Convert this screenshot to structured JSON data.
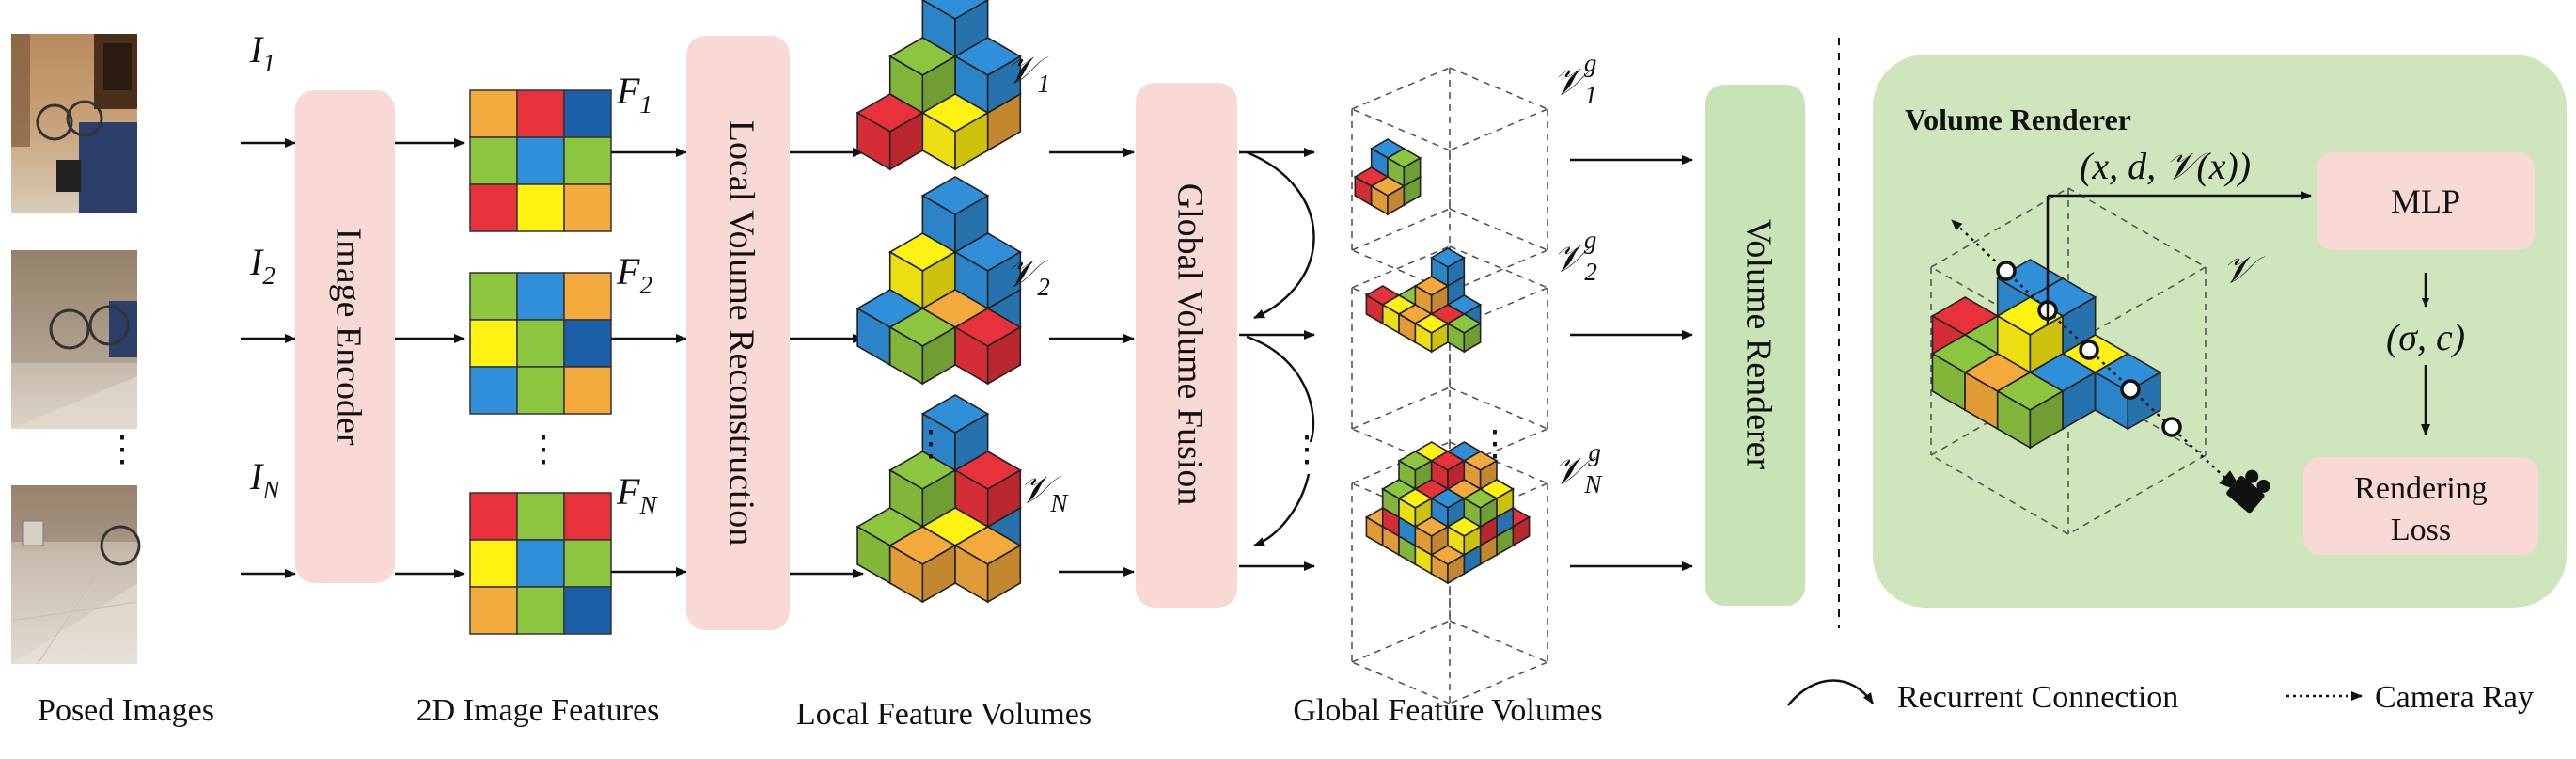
{
  "colors": {
    "pink_block": "#f9d9d6",
    "green_block": "#c8e3b5",
    "green_panel": "#cfe6bd",
    "red": "#e8313a",
    "green": "#8cc63f",
    "blue": "#2f8fd8",
    "yellow": "#fff212",
    "orange": "#f4a93c",
    "darkblue": "#1b5fa8"
  },
  "posed_images": {
    "caption": "Posed Images",
    "labels": [
      {
        "main": "I",
        "sub": "1"
      },
      {
        "main": "I",
        "sub": "2"
      },
      {
        "main": "I",
        "sub": "N"
      }
    ],
    "dots": "⋮"
  },
  "image_encoder": {
    "label": "Image Encoder"
  },
  "features_2d": {
    "caption": "2D Image Features",
    "labels": [
      {
        "main": "F",
        "sub": "1"
      },
      {
        "main": "F",
        "sub": "2"
      },
      {
        "main": "F",
        "sub": "N"
      }
    ],
    "dots": "⋮",
    "grids": [
      [
        "orange",
        "red",
        "darkblue",
        "green",
        "blue",
        "green",
        "red",
        "yellow",
        "orange"
      ],
      [
        "green",
        "blue",
        "orange",
        "yellow",
        "green",
        "darkblue",
        "blue",
        "green",
        "orange"
      ],
      [
        "red",
        "green",
        "red",
        "yellow",
        "blue",
        "green",
        "orange",
        "green",
        "darkblue"
      ]
    ]
  },
  "local_recon": {
    "label": "Local Volume Reconstruction"
  },
  "local_volumes": {
    "caption": "Local Feature Volumes",
    "labels": [
      {
        "main": "𝒱",
        "sub": "1",
        "sup": ""
      },
      {
        "main": "𝒱",
        "sub": "2",
        "sup": ""
      },
      {
        "main": "𝒱",
        "sub": "N",
        "sup": ""
      }
    ],
    "dots": "⋮"
  },
  "global_fusion": {
    "label": "Global Volume Fusion"
  },
  "global_volumes": {
    "caption": "Global Feature Volumes",
    "labels": [
      {
        "main": "𝒱",
        "sub": "1",
        "sup": "g"
      },
      {
        "main": "𝒱",
        "sub": "2",
        "sup": "g"
      },
      {
        "main": "𝒱",
        "sub": "N",
        "sup": "g"
      }
    ],
    "dots": "⋮"
  },
  "volume_renderer_block": {
    "label": "Volume Renderer"
  },
  "renderer_panel": {
    "title": "Volume Renderer",
    "input_label": "(x, d, 𝒱(x))",
    "volume_label": "𝒱",
    "mlp_label": "MLP",
    "output_label": "(σ, c)",
    "loss_line1": "Rendering",
    "loss_line2": "Loss"
  },
  "legend": {
    "recurrent": "Recurrent Connection",
    "camera_ray": "Camera Ray"
  }
}
